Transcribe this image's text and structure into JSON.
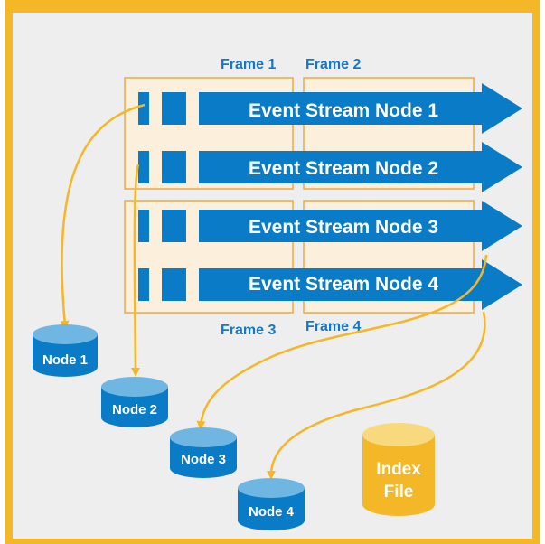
{
  "frames": [
    {
      "label": "Frame 1"
    },
    {
      "label": "Frame 2"
    },
    {
      "label": "Frame 3"
    },
    {
      "label": "Frame 4"
    }
  ],
  "streams": [
    {
      "label": "Event Stream Node 1"
    },
    {
      "label": "Event Stream Node 2"
    },
    {
      "label": "Event Stream Node 3"
    },
    {
      "label": "Event Stream Node 4"
    }
  ],
  "nodes": [
    {
      "label": "Node 1"
    },
    {
      "label": "Node 2"
    },
    {
      "label": "Node 3"
    },
    {
      "label": "Node 4"
    }
  ],
  "index_file": {
    "line1": "Index",
    "line2": "File"
  },
  "colors": {
    "border": "#F4B728",
    "background": "#EEEEEE",
    "frame_fill": "#FCF0DC",
    "frame_border": "#F2A93B",
    "stream": "#0A7BC6",
    "cylinder_side": "#0A7BC6",
    "cylinder_top": "#6FB6E3",
    "index_side": "#F4B728",
    "index_top": "#F9D97E",
    "connector": "#F4B728",
    "frame_label": "#1479C4"
  }
}
